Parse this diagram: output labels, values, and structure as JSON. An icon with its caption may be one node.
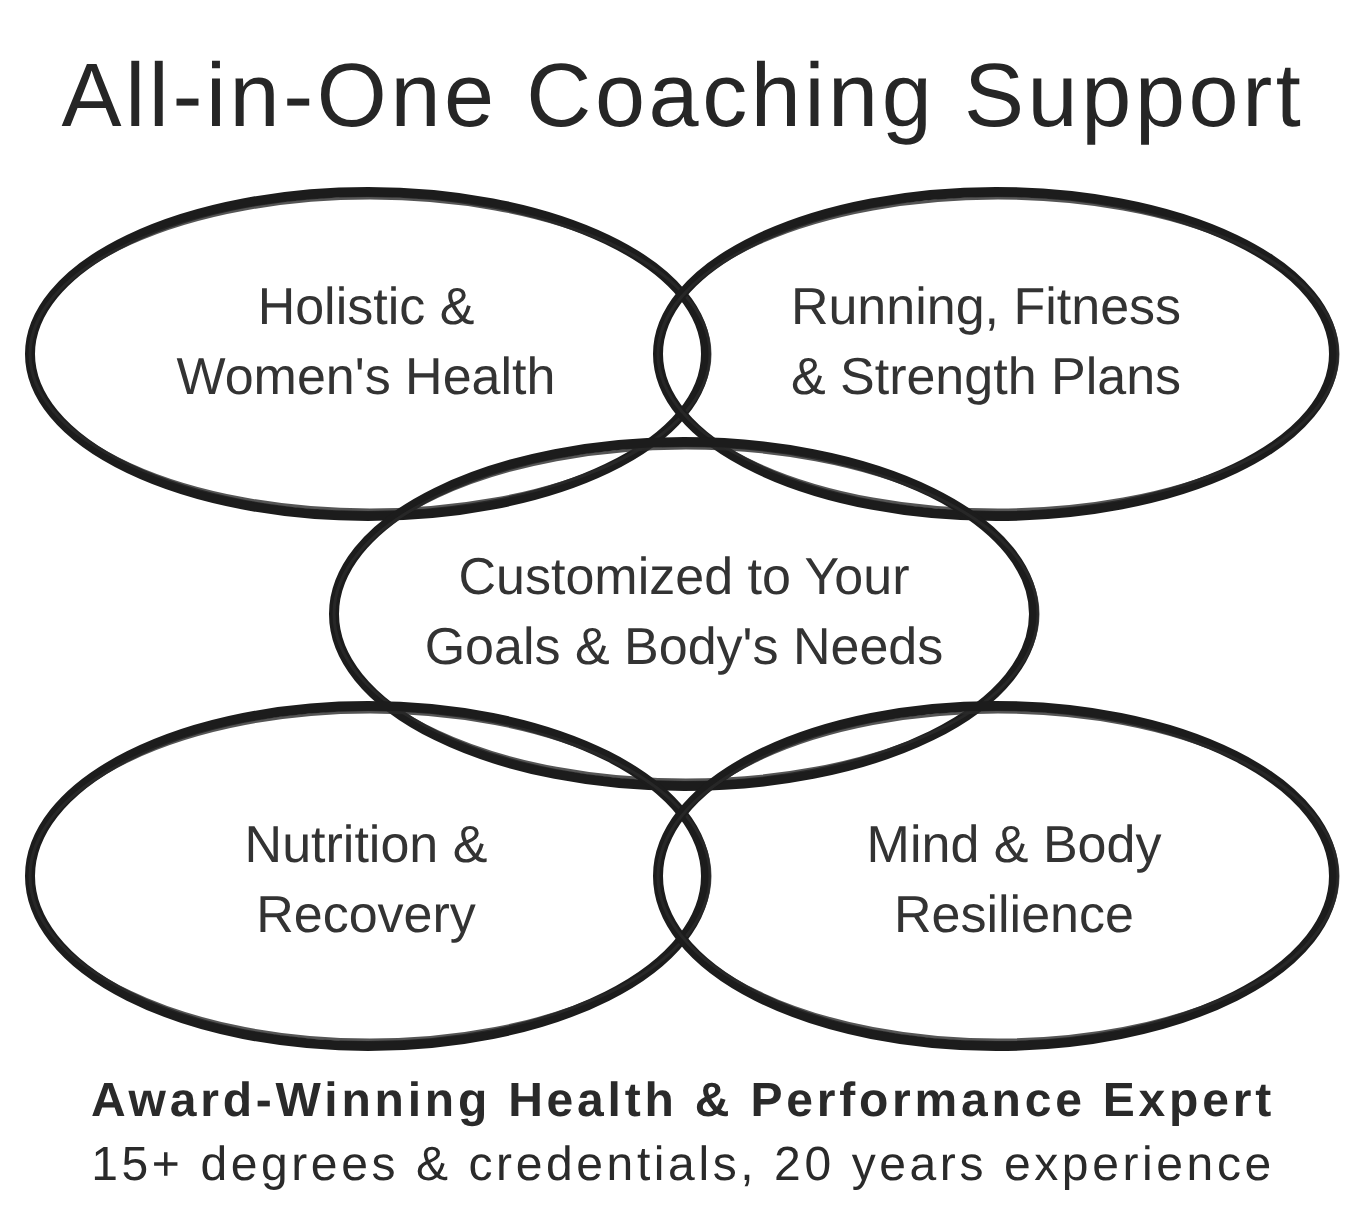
{
  "diagram": {
    "title": "All-in-One Coaching Support",
    "nodes": [
      {
        "text": [
          "Holistic & Women's Health"
        ]
      },
      {
        "text": [
          "Running, Fitness & Strength Plans"
        ]
      },
      {
        "text": [
          "Customized to Your Goals & Body's Needs"
        ]
      },
      {
        "text": [
          "Nutrition & Recovery"
        ]
      },
      {
        "text": [
          "Mind & Body Resilience"
        ]
      }
    ],
    "labels": [
      "Award-Winning Health & Performance Expert",
      "15+ degrees & credentials, 20 years experience"
    ]
  }
}
